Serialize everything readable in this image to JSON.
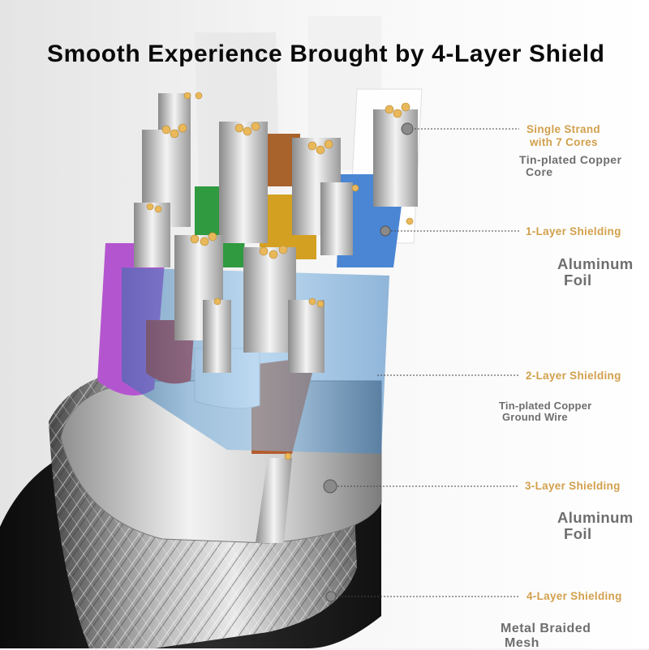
{
  "headline": "Smooth Experience Brought by 4-Layer Shield",
  "callouts": {
    "core_title_line1": "Single Strand",
    "core_title_line2": "with 7 Cores",
    "core_desc_line1": "Tin-plated Copper",
    "core_desc_line2": "Core",
    "layer1": "1-Layer Shielding",
    "layer1_desc_line1": "Aluminum",
    "layer1_desc_line2": "Foil",
    "layer2": "2-Layer Shielding",
    "layer2_desc_line1": "Tin-plated Copper",
    "layer2_desc_line2": "Ground Wire",
    "layer3": "3-Layer Shielding",
    "layer3_desc_line1": "Aluminum",
    "layer3_desc_line2": "Foil",
    "layer4": "4-Layer Shielding",
    "layer4_desc_line1": "Metal Braided",
    "layer4_desc_line2": "Mesh"
  },
  "colors": {
    "callout_text": "#d2a04c",
    "description_text": "#6e6e6e",
    "headline_text": "#0a0a0a",
    "marker_dot": "#8a8a8a"
  },
  "wire_colors": [
    "#b455d0",
    "#c2271f",
    "#ffffff",
    "#b35c2e",
    "#2f9a3f",
    "#d4a022",
    "#4a86d4",
    "#7a4a24"
  ]
}
